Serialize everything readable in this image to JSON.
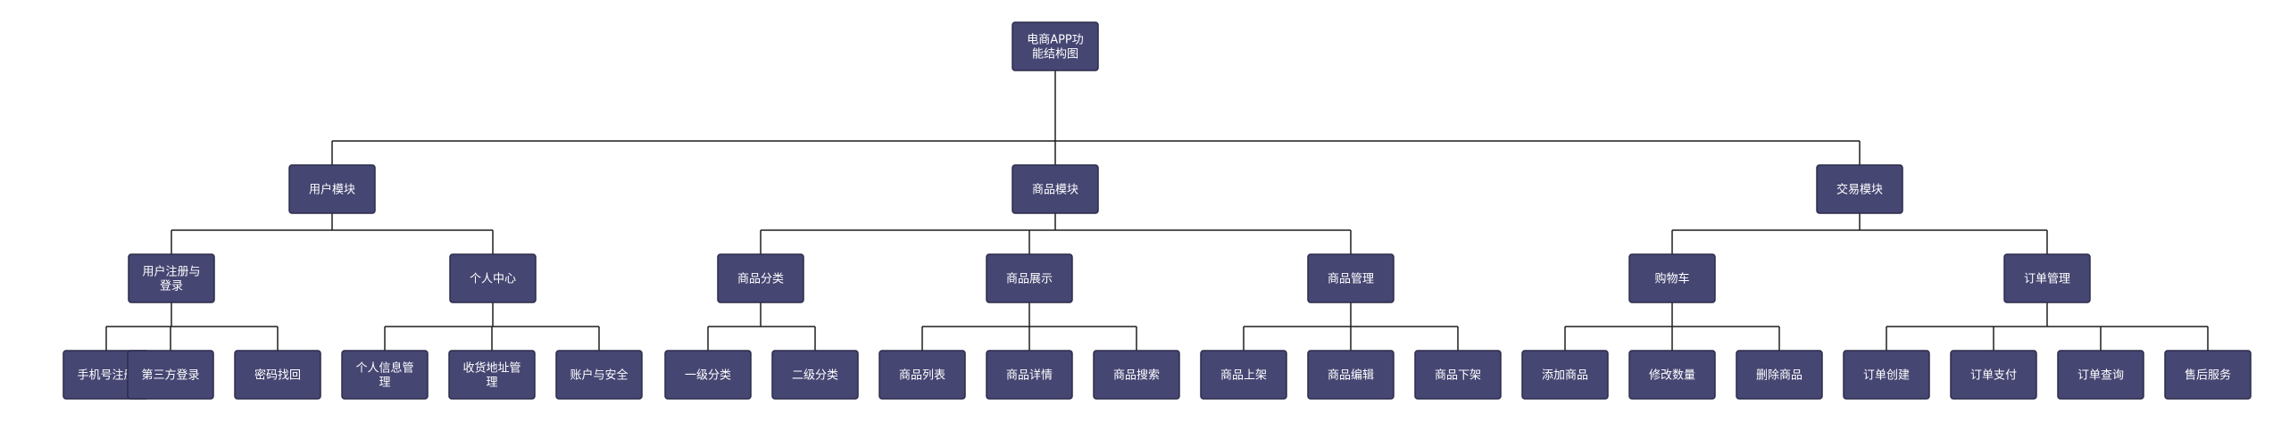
{
  "diagram": {
    "root": {
      "label": [
        "电商APP功",
        "能结构图"
      ],
      "children": [
        {
          "label": [
            "用户模块"
          ],
          "children": [
            {
              "label": [
                "用户注册与",
                "登录"
              ],
              "children": [
                {
                  "label": [
                    "手机号注册"
                  ]
                },
                {
                  "label": [
                    "第三方登录"
                  ]
                },
                {
                  "label": [
                    "密码找回"
                  ]
                }
              ]
            },
            {
              "label": [
                "个人中心"
              ],
              "children": [
                {
                  "label": [
                    "个人信息管",
                    "理"
                  ]
                },
                {
                  "label": [
                    "收货地址管",
                    "理"
                  ]
                },
                {
                  "label": [
                    "账户与安全"
                  ]
                }
              ]
            }
          ]
        },
        {
          "label": [
            "商品模块"
          ],
          "children": [
            {
              "label": [
                "商品分类"
              ],
              "children": [
                {
                  "label": [
                    "一级分类"
                  ]
                },
                {
                  "label": [
                    "二级分类"
                  ]
                }
              ]
            },
            {
              "label": [
                "商品展示"
              ],
              "children": [
                {
                  "label": [
                    "商品列表"
                  ]
                },
                {
                  "label": [
                    "商品详情"
                  ]
                },
                {
                  "label": [
                    "商品搜索"
                  ]
                }
              ]
            },
            {
              "label": [
                "商品管理"
              ],
              "children": [
                {
                  "label": [
                    "商品上架"
                  ]
                },
                {
                  "label": [
                    "商品编辑"
                  ]
                },
                {
                  "label": [
                    "商品下架"
                  ]
                }
              ]
            }
          ]
        },
        {
          "label": [
            "交易模块"
          ],
          "children": [
            {
              "label": [
                "购物车"
              ],
              "children": [
                {
                  "label": [
                    "添加商品"
                  ]
                },
                {
                  "label": [
                    "修改数量"
                  ]
                },
                {
                  "label": [
                    "删除商品"
                  ]
                }
              ]
            },
            {
              "label": [
                "订单管理"
              ],
              "children": [
                {
                  "label": [
                    "订单创建"
                  ]
                },
                {
                  "label": [
                    "订单支付"
                  ]
                },
                {
                  "label": [
                    "订单查询"
                  ]
                },
                {
                  "label": [
                    "售后服务"
                  ]
                }
              ]
            }
          ]
        }
      ]
    }
  }
}
